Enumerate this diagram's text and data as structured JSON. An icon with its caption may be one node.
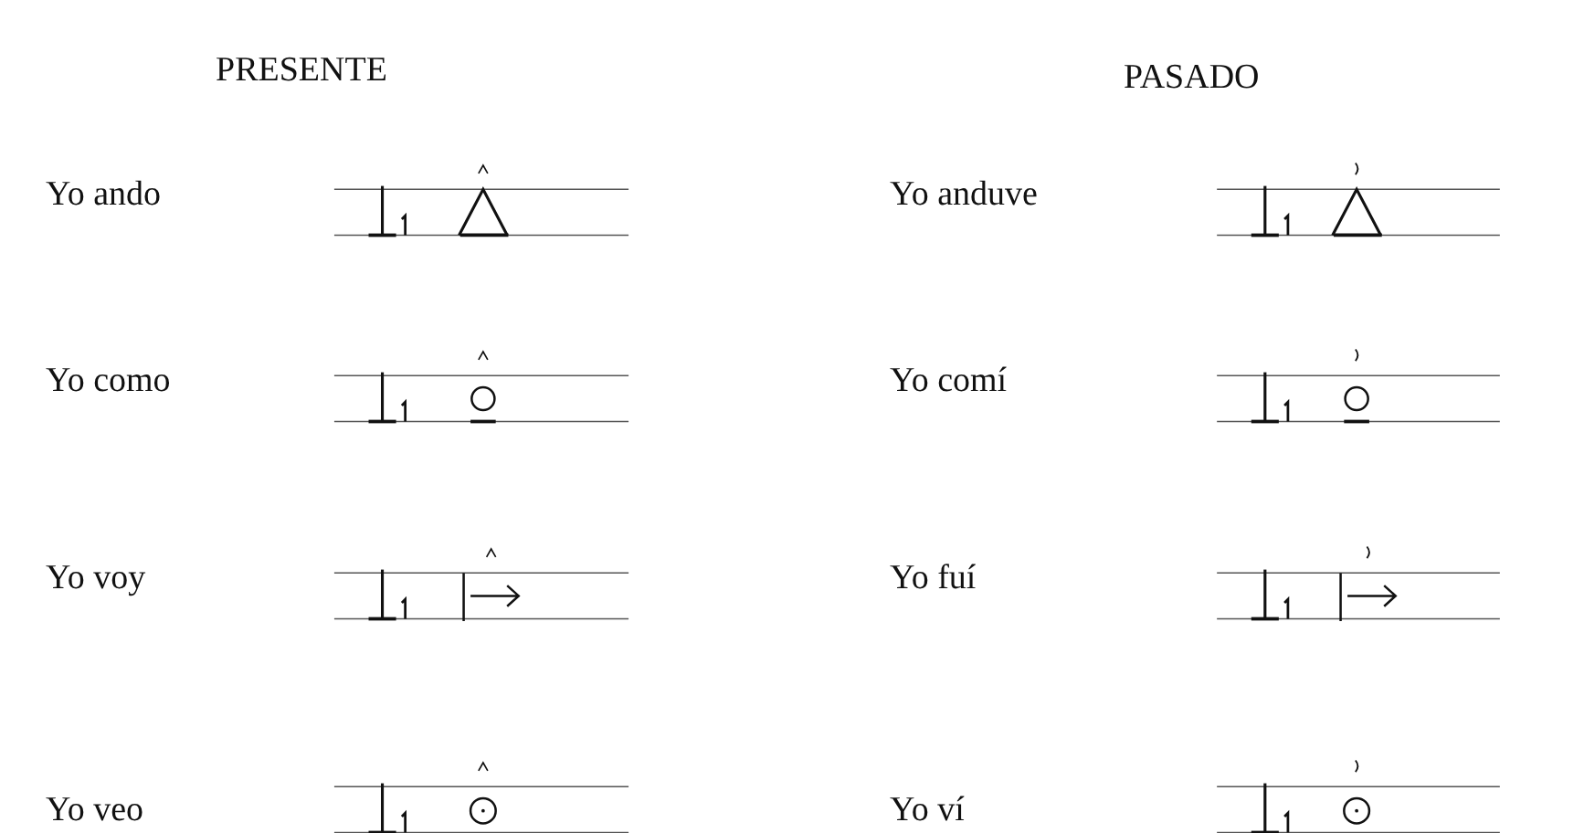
{
  "diagram": {
    "labels": [
      "PRESENTE",
      "PASADO",
      "Yo ando",
      "Yo anduve",
      "Yo como",
      "Yo comí",
      "Yo voy",
      "Yo fuí",
      "Yo veo",
      "Yo ví"
    ]
  }
}
